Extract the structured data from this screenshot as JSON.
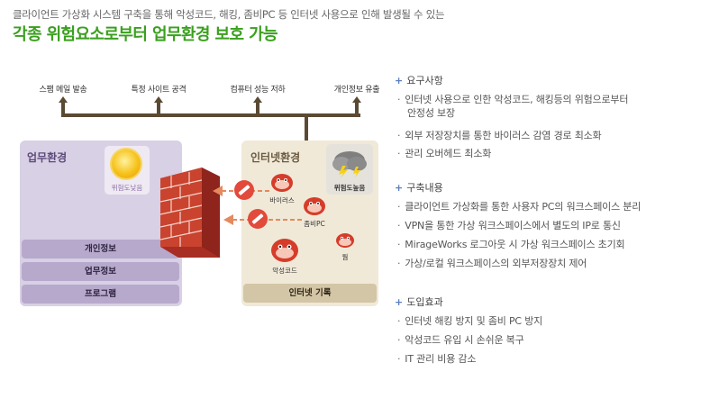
{
  "header": {
    "subtitle": "클라이언트 가상화 시스템 구축을 통해 악성코드, 해킹, 좀비PC 등 인터넷 사용으로 인해 발생될 수 있는",
    "title": "각종 위험요소로부터 업무환경 보호 가능"
  },
  "threats": [
    "스팸 메일 발송",
    "특정 사이트 공격",
    "컴퓨터 성능 저하",
    "개인정보 유출"
  ],
  "work_env": {
    "title": "업무환경",
    "risk_label": "위험도낮음",
    "rows": [
      "개인정보",
      "업무정보",
      "프로그램"
    ]
  },
  "internet_env": {
    "title": "인터넷환경",
    "risk_label": "위험도높음",
    "monsters": [
      "바이러스",
      "좀비PC",
      "악성코드",
      "웜"
    ],
    "row": "인터넷 기록"
  },
  "sections": [
    {
      "heading": "요구사항",
      "items": [
        [
          "인터넷 사용으로 인한 악성코드, 해킹등의 위험으로부터",
          "안정성 보장"
        ],
        [
          "외부 저장장치를 통한 바이러스 감염 경로 최소화"
        ],
        [
          "관리 오버헤드 최소화"
        ]
      ]
    },
    {
      "heading": "구축내용",
      "items": [
        [
          "클라이언트 가상화를 통한 사용자 PC의 워크스페이스 분리"
        ],
        [
          "VPN을 통한 가상 워크스페이스에서 별도의 IP로 통신"
        ],
        [
          "MirageWorks 로그아웃 시 가상 워크스페이스 초기회"
        ],
        [
          "가상/로컬 워크스페이스의 외부저장장치 제어"
        ]
      ]
    },
    {
      "heading": "도입효과",
      "items": [
        [
          "인터넷 해킹 방지 및 좀비 PC 방지"
        ],
        [
          "악성코드 유입 시 손쉬운 복구"
        ],
        [
          "IT 관리 비용 감소"
        ]
      ]
    }
  ],
  "colors": {
    "title_green": "#3aa01e",
    "work_bg": "#d8d0e4",
    "internet_bg": "#f0e9d8",
    "brick": "#c0392b",
    "monster_red": "#d63c2a"
  }
}
